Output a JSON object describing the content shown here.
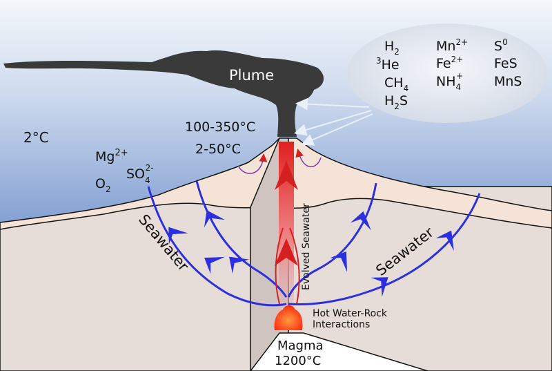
{
  "labels": {
    "plume": "Plume",
    "ambient_temp": "2°C",
    "vent_temp": "100-350°C",
    "diffuse_temp": "2-50°C",
    "mg": "Mg",
    "mg_sup": "2+",
    "so": "SO",
    "so_sub": "4",
    "so_sup": "2-",
    "o": "O",
    "o_sub": "2",
    "seawater_left": "Seawater",
    "seawater_right": "Seawater",
    "evolved": "Evolved Seawater",
    "hot_line1": "Hot Water-Rock",
    "hot_line2": "Interactions",
    "magma": "Magma",
    "magma_temp": "1200°C"
  },
  "species": {
    "h2": {
      "base": "H",
      "sub": "2"
    },
    "he3": {
      "pre": "3",
      "base": "He"
    },
    "ch4": {
      "base": "CH",
      "sub": "4"
    },
    "h2s": {
      "base": "H",
      "sub": "2",
      "tail": "S"
    },
    "mn": {
      "base": "Mn",
      "sup": "2+"
    },
    "fe": {
      "base": "Fe",
      "sup": "2+"
    },
    "nh4": {
      "base": "NH",
      "sub": "4",
      "sup": "+"
    },
    "s0": {
      "base": "S",
      "sup": "0"
    },
    "fes": {
      "base": "FeS"
    },
    "mns": {
      "base": "MnS"
    }
  },
  "colors": {
    "ocean_top": "#f4f7fb",
    "ocean_bottom": "#2e5fb4",
    "crust": "#e6dcd8",
    "volcano": "#f5e3d7",
    "plume": "#3a3a3a",
    "seawater_arrow": "#2c2fe0",
    "hot_arrow": "#d42020",
    "magma": "#ff3b1a",
    "bubble": "#dde3ec"
  }
}
